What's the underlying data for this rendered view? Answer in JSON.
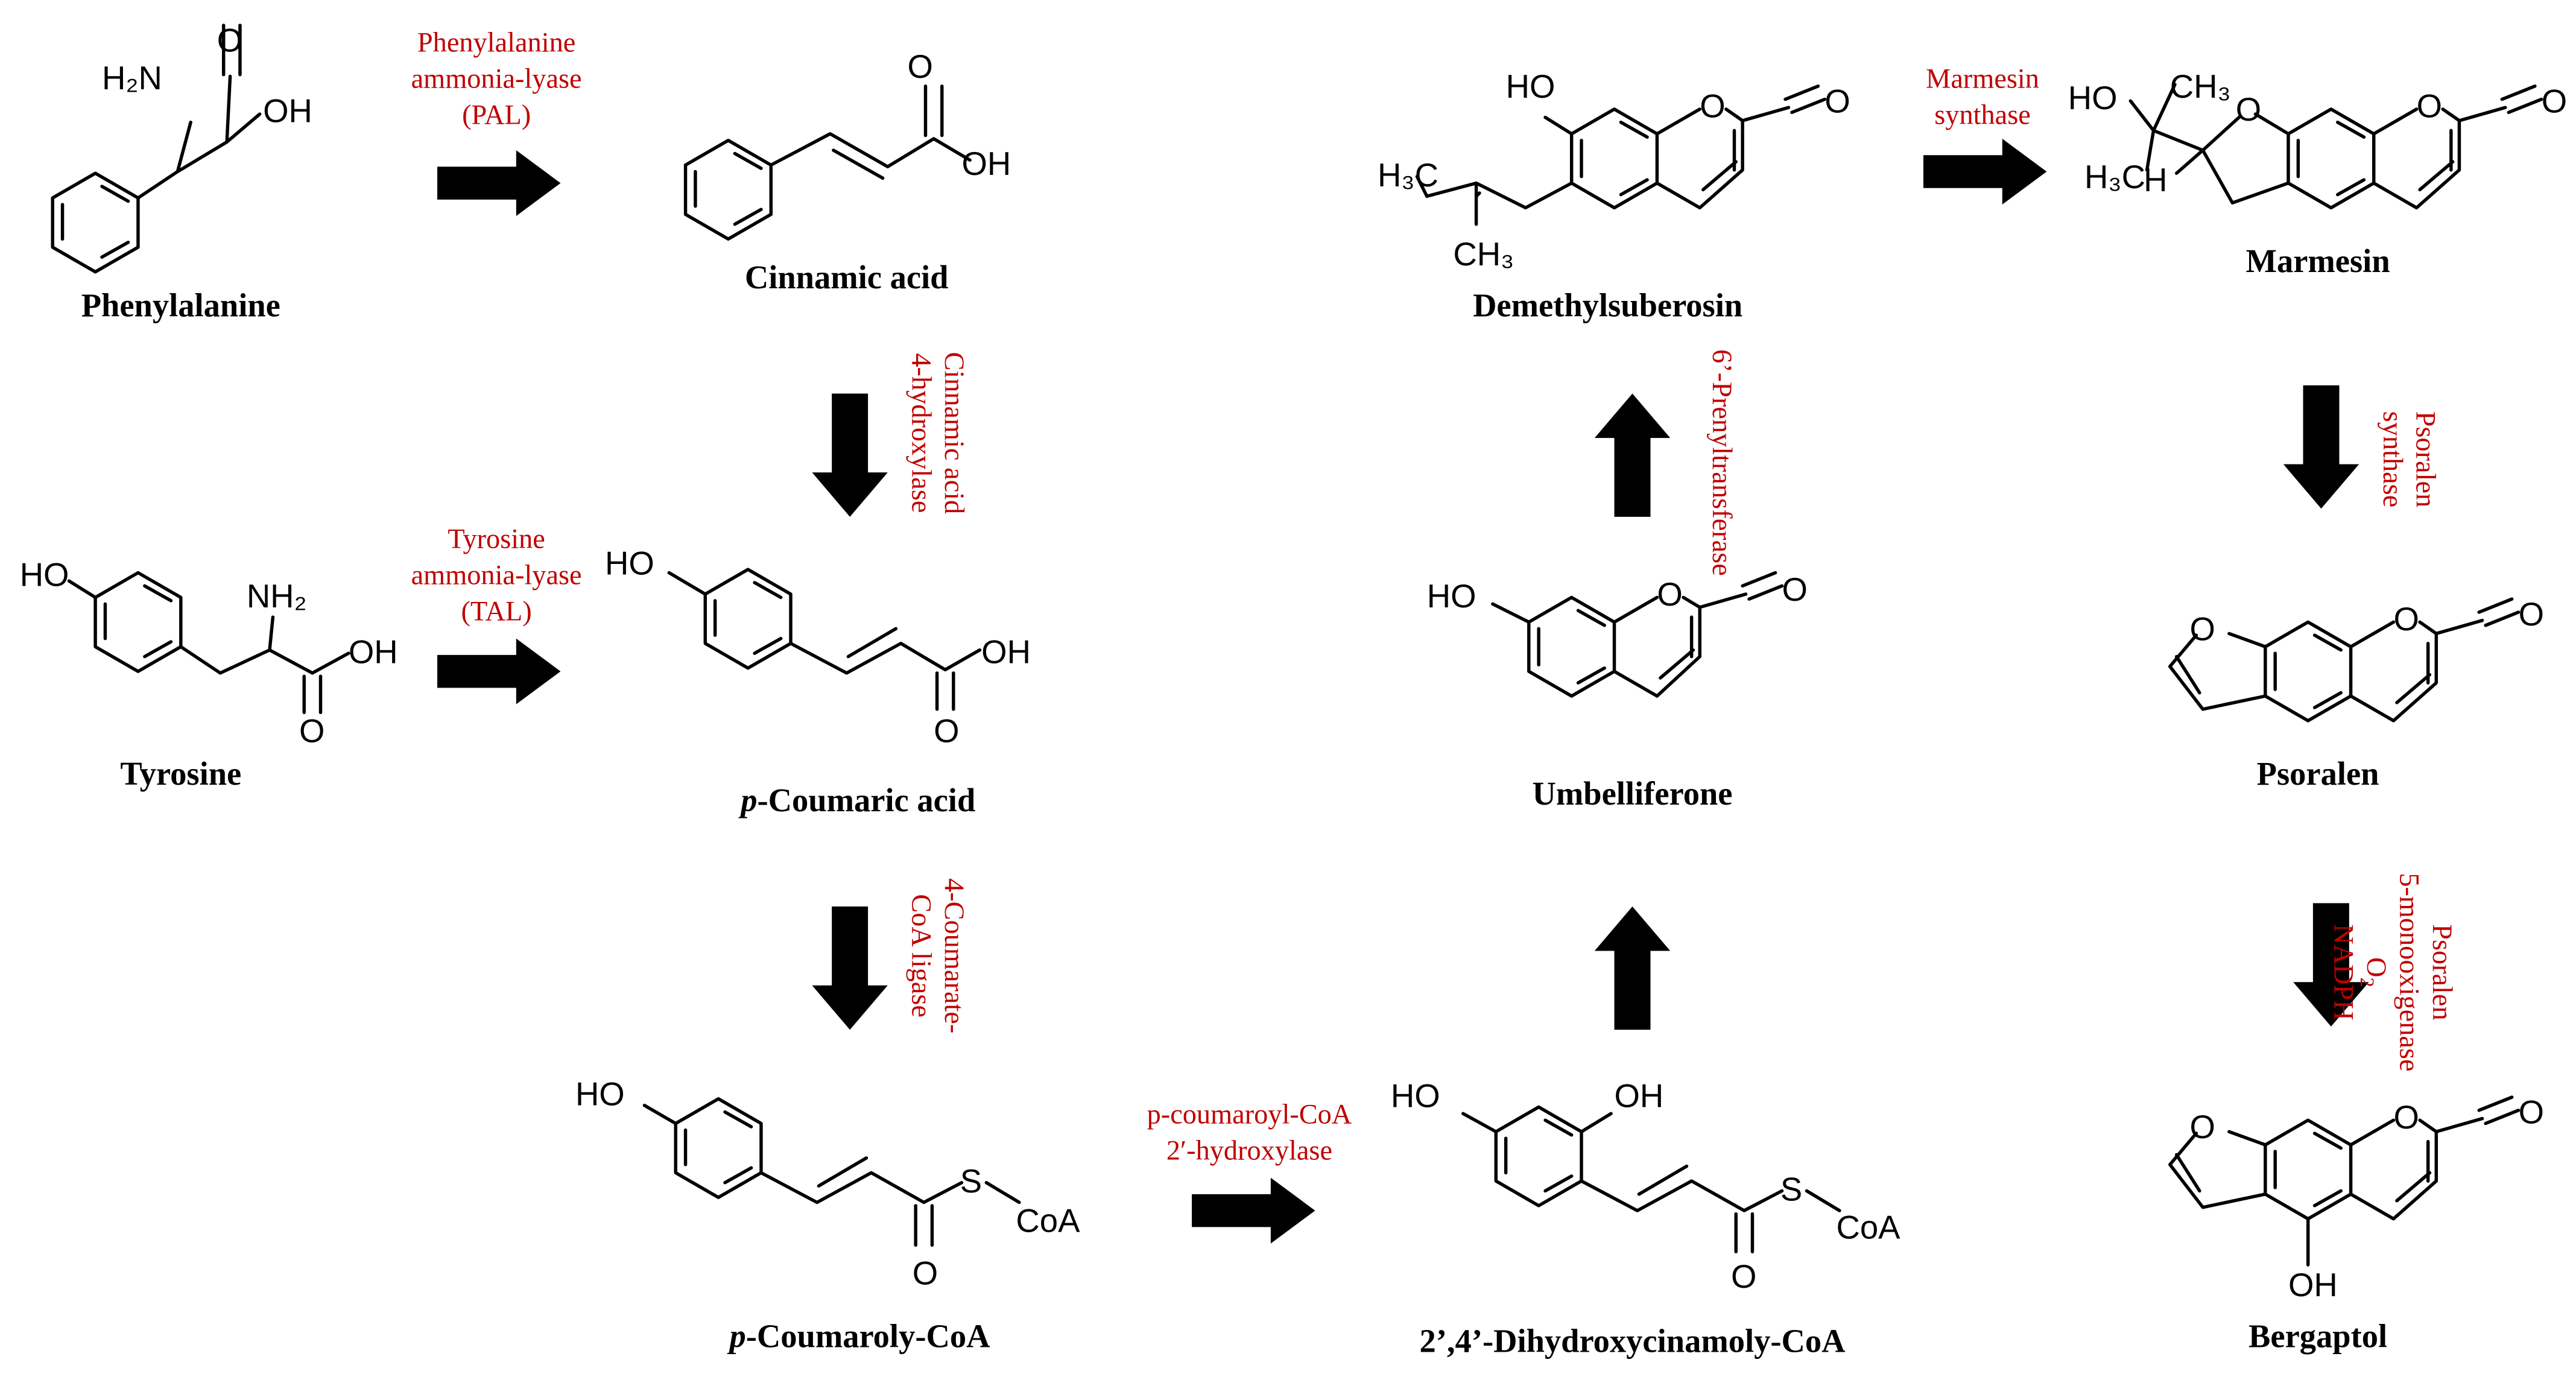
{
  "compounds": {
    "phenylalanine": {
      "name": "Phenylalanine"
    },
    "cinnamic": {
      "name": "Cinnamic acid"
    },
    "tyrosine": {
      "name": "Tyrosine"
    },
    "pcoumaric": {
      "name_italic": "p",
      "name_rest": "-Coumaric acid"
    },
    "pcoumaroyl": {
      "name_italic": "p",
      "name_rest": "-Coumaroly-CoA"
    },
    "dihydroxy": {
      "name": "2’,4’-Dihydroxycinamoly-CoA"
    },
    "umbelliferone": {
      "name": "Umbelliferone"
    },
    "demethylsuberosin": {
      "name": "Demethylsuberosin"
    },
    "marmesin": {
      "name": "Marmesin"
    },
    "psoralen": {
      "name": "Psoralen"
    },
    "bergaptol": {
      "name": "Bergaptol"
    }
  },
  "enzymes": {
    "pal": [
      "Phenylalanine",
      "ammonia-lyase",
      "(PAL)"
    ],
    "c4h": [
      "Cinnamic acid",
      "4-hydroxylase"
    ],
    "tal": [
      "Tyrosine",
      "ammonia-lyase",
      "(TAL)"
    ],
    "fourcl": [
      "4-Coumarate-",
      "CoA ligase"
    ],
    "c2h": [
      "p-coumaroyl-CoA",
      "2′-hydroxylase"
    ],
    "prenyl": [
      "6’-Prenyltransferase"
    ],
    "marmesin_synthase": [
      "Marmesin",
      "synthase"
    ],
    "psoralen_synthase": [
      "Psoralen",
      "synthase"
    ],
    "p5mo": [
      "Psoralen",
      "5-monooxigenase"
    ],
    "cofactors": {
      "o": "O",
      "o_sub": "2",
      "nadph": "NADPH"
    }
  },
  "atoms": {
    "h2n": "H₂N",
    "nh2": "NH₂",
    "o": "O",
    "oh": "OH",
    "ho": "HO",
    "s": "S",
    "coa": "CoA",
    "h3c": "H₃C",
    "ch3": "CH₃",
    "h": "H"
  },
  "colors": {
    "enzyme": "#c00000",
    "structure": "#000000"
  }
}
